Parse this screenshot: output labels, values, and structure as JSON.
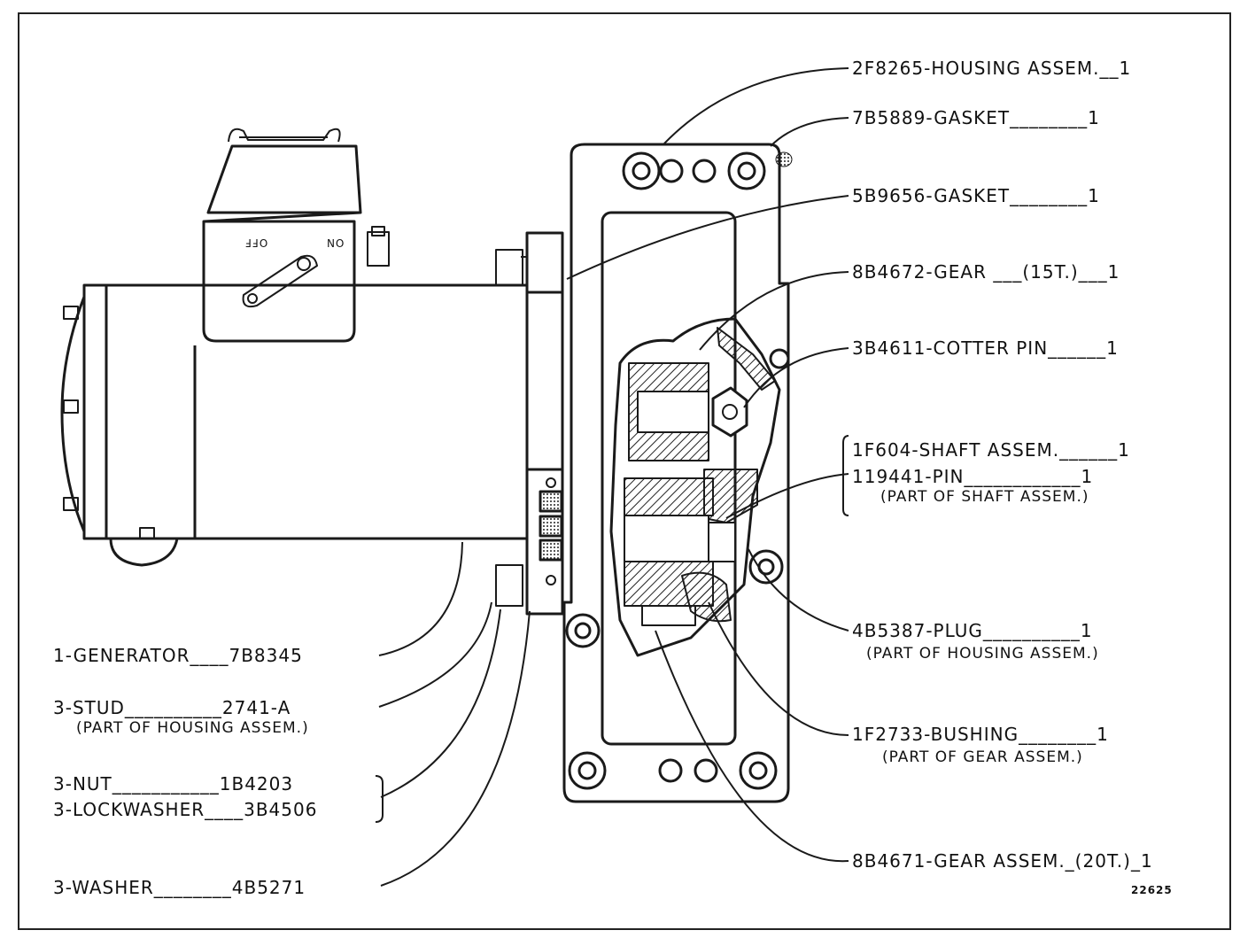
{
  "figure": {
    "number": "22625",
    "generator_switch": {
      "left": "OFF",
      "right": "ON"
    }
  },
  "callouts_right": [
    {
      "text": "2F8265-HOUSING ASSEM.__1"
    },
    {
      "text": "7B5889-GASKET________1"
    },
    {
      "text": "5B9656-GASKET________1"
    },
    {
      "text": "8B4672-GEAR ___(15T.)___1"
    },
    {
      "text": "3B4611-COTTER PIN______1"
    },
    {
      "text": "1F604-SHAFT ASSEM.______1"
    },
    {
      "text": "119441-PIN____________1",
      "note": "(PART OF SHAFT ASSEM.)"
    },
    {
      "text": "4B5387-PLUG__________1",
      "note": "(PART OF HOUSING ASSEM.)"
    },
    {
      "text": "1F2733-BUSHING________1",
      "note": "(PART OF GEAR ASSEM.)"
    },
    {
      "text": "8B4671-GEAR ASSEM._(20T.)_1"
    }
  ],
  "callouts_left": [
    {
      "text": "1-GENERATOR____7B8345"
    },
    {
      "text": "3-STUD__________2741-A",
      "note": "(PART OF HOUSING ASSEM.)"
    },
    {
      "text": "3-NUT___________1B4203"
    },
    {
      "text": "3-LOCKWASHER____3B4506"
    },
    {
      "text": "3-WASHER________4B5271"
    }
  ]
}
